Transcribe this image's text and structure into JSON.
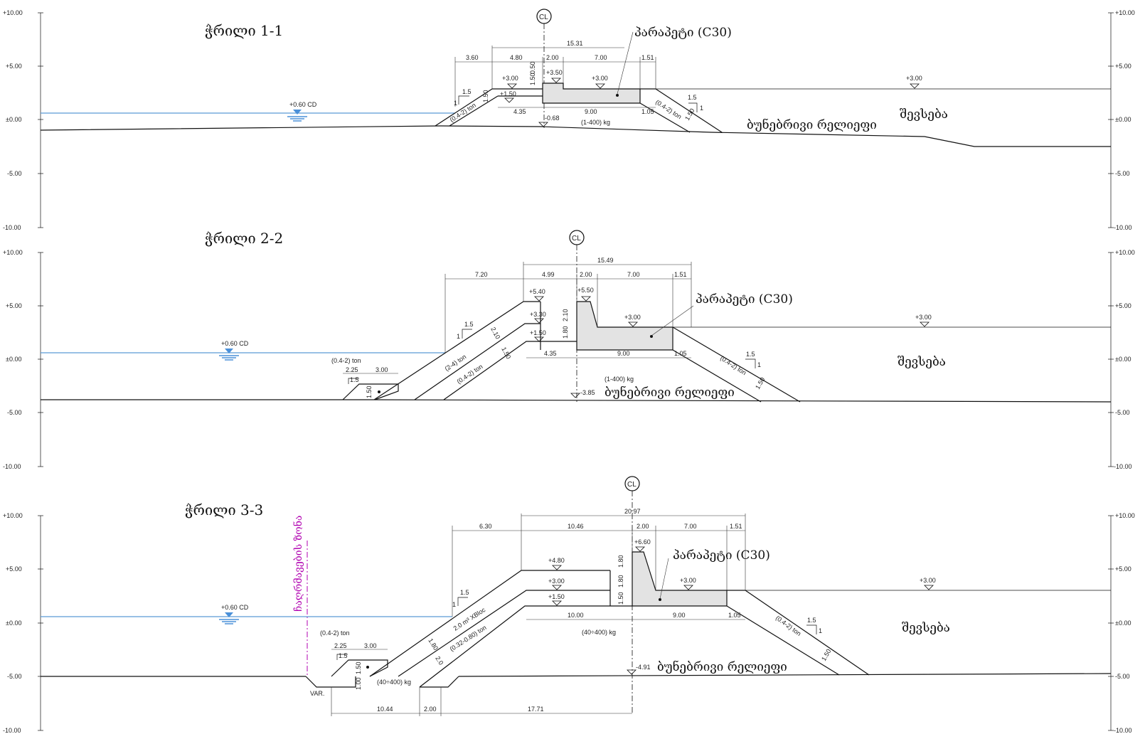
{
  "axis_ticks": [
    "+10.00",
    "+5.00",
    "±0.00",
    "-5.00",
    "-10.00"
  ],
  "cl": "CL",
  "section1": {
    "title": "ჭრილი 1-1",
    "parapet": "პარაპეტი (C30)",
    "fill": "შევსება",
    "natural_relief": "ბუნებრივი რელიეფი",
    "water_level": "+0.60 CD",
    "dims_top": [
      "3.60",
      "4.80",
      "2.00",
      "7.00",
      "1.51"
    ],
    "dim_total": "15.31",
    "elev_crest": "+3.00",
    "elev_wall": "+3.50",
    "elev_mid": "+3.00",
    "elev_fill": "+3.00",
    "elev_step": "+1.50",
    "dims_bottom": [
      "4.35",
      "9.00",
      "1.05"
    ],
    "elev_base": "-0.68",
    "core": "(1-400) kg",
    "v_dims": [
      "1.50",
      "0.50"
    ],
    "slope": [
      "1",
      "1.5"
    ],
    "armour": "(0.4-2) ton",
    "armour_r": "(0.4-2) ton",
    "thick": "1.50"
  },
  "section2": {
    "title": "ჭრილი 2-2",
    "parapet": "პარაპეტი (C30)",
    "fill": "შევსება",
    "natural_relief": "ბუნებრივი რელიეფი",
    "water_level": "+0.60 CD",
    "dims_top": [
      "7.20",
      "4.99",
      "2.00",
      "7.00",
      "1.51"
    ],
    "dim_total": "15.49",
    "elev_crest": "+5.40",
    "elev_wall": "+5.50",
    "elev_330": "+3.30",
    "elev_150": "+1.50",
    "elev_fill": "+3.00",
    "elev_fill_r": "+3.00",
    "v_dims": [
      "2.10",
      "1.80"
    ],
    "dims_bottom": [
      "4.35",
      "9.00",
      "1.05"
    ],
    "elev_base": "-3.85",
    "core": "(1-400) kg",
    "toe_armour": "(0.4-2) ton",
    "toe_dims": [
      "2.25",
      "3.00",
      "1.5"
    ],
    "toe_h": "1.50",
    "armour_big": "(2-4) ton",
    "armour_small": "(0.4-2) ton",
    "armour_r": "(0.4-2) ton",
    "thick": [
      "2.10",
      "1.50",
      "1.50"
    ],
    "slope": [
      "1",
      "1.5"
    ]
  },
  "section3": {
    "title": "ჭრილი 3-3",
    "dredge": "ჩაღრმავების ზონა",
    "parapet": "პარაპეტი (C30)",
    "fill": "შევსება",
    "natural_relief": "ბუნებრივი რელიეფი",
    "water_level": "+0.60 CD",
    "dims_top": [
      "6.30",
      "10.46",
      "2.00",
      "7.00",
      "1.51"
    ],
    "dim_total": "20.97",
    "elev_crest": "+4.80",
    "elev_wall": "+6.60",
    "elev_300": "+3.00",
    "elev_150": "+1.50",
    "elev_fill": "+3.00",
    "elev_fill_r": "+3.00",
    "v_dims": [
      "1.80",
      "1.80",
      "1.50"
    ],
    "dims_bottom": [
      "10.00",
      "9.00",
      "1.05"
    ],
    "core": "(40÷400) kg",
    "core_toe": "(40÷400) kg",
    "elev_base": "-4.91",
    "toe_armour": "(0.4-2) ton",
    "toe_dims": [
      "2.25",
      "3.00",
      "1.5"
    ],
    "toe_h": [
      "1.50",
      "1.00"
    ],
    "var": "VAR.",
    "armour_x": "2.0 m³ XBloc",
    "armour_small": "(0.32-0.80) ton",
    "armour_r": "(0.4-2) ton",
    "thick": [
      "1.80",
      "2.0",
      "1.50"
    ],
    "bottom_dims": [
      "10.44",
      "2.00",
      "17.71"
    ],
    "slope": [
      "1",
      "1.5"
    ]
  }
}
